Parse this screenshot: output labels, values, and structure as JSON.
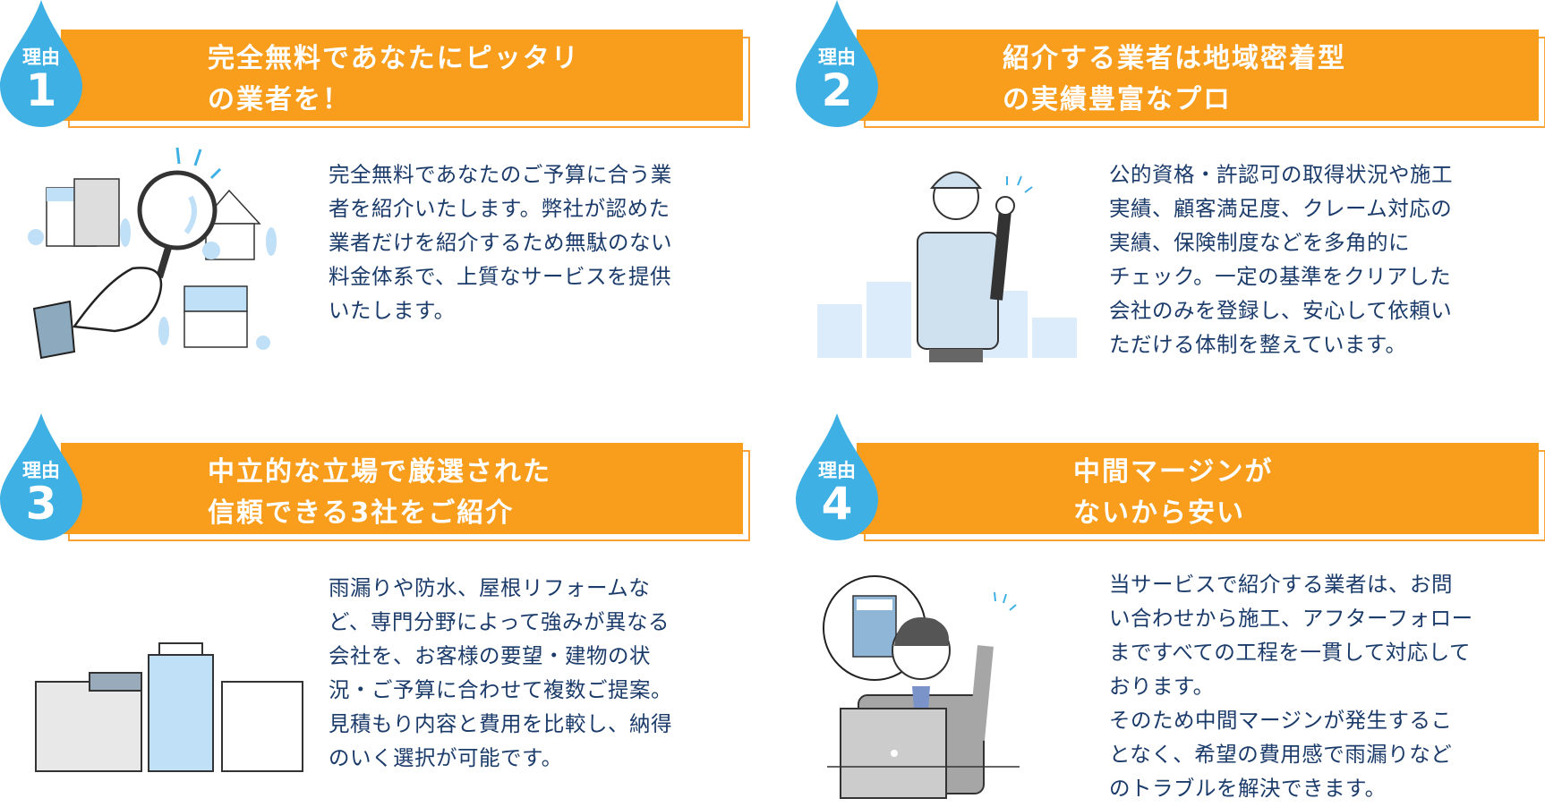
{
  "reason_label": "理由",
  "colors": {
    "banner": "#f99d1c",
    "drop": "#3eb0e4",
    "text": "#1b3b6a"
  },
  "cards": [
    {
      "number": "1",
      "title": "完全無料であなたにピッタリ\nの業者を！",
      "body": "完全無料であなたのご予算に合う業\n者を紹介いたします。弊社が認めた\n業者だけを紹介するため無駄のない\n料金体系で、上質なサービスを提供\nいたします。",
      "illustration": "magnifier-houses"
    },
    {
      "number": "2",
      "title": "紹介する業者は地域密着型\nの実績豊富なプロ",
      "body": "公的資格・許認可の取得状況や施工\n実績、顧客満足度、クレーム対応の\n実績、保険制度などを多角的に\nチェック。一定の基準をクリアした\n会社のみを登録し、安心して依頼い\nただける体制を整えています。",
      "illustration": "worker"
    },
    {
      "number": "3",
      "title": "中立的な立場で厳選された\n信頼できる3社をご紹介",
      "body": "雨漏りや防水、屋根リフォームな\nど、専門分野によって強みが異なる\n会社を、お客様の要望・建物の状\n況・ご予算に合わせて複数ご提案。\n見積もり内容と費用を比較し、納得\nのいく選択が可能です。",
      "illustration": "buildings"
    },
    {
      "number": "4",
      "title": "中間マージンが\nないから安い",
      "body": "当サービスで紹介する業者は、お問\nい合わせから施工、アフターフォロー\nまですべての工程を一貫して対応して\nおります。\nそのため中間マージンが発生するこ\nとなく、希望の費用感で雨漏りなど\nのトラブルを解決できます。",
      "illustration": "businessman-calculator"
    }
  ]
}
